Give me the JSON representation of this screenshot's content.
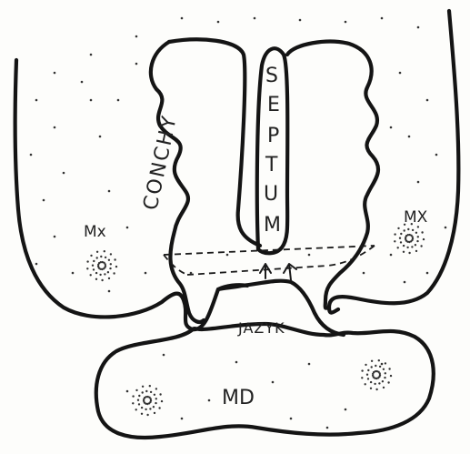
{
  "labels": {
    "septum": "SEPTUM",
    "conchy": "CONCHY",
    "mx_left": "Mx",
    "mx_right": "MX",
    "jazyk": "JAZYK",
    "md": "MD"
  }
}
